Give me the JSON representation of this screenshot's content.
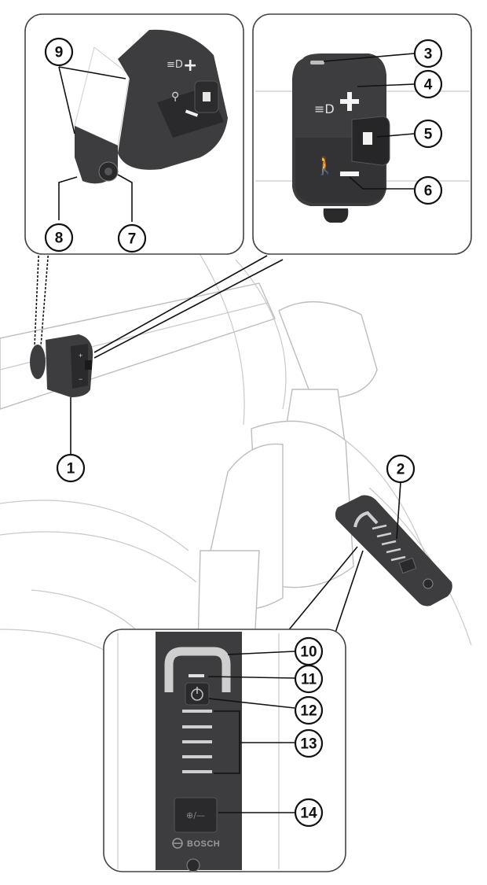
{
  "callouts": [
    {
      "id": "1",
      "label": "1"
    },
    {
      "id": "2",
      "label": "2"
    },
    {
      "id": "3",
      "label": "3"
    },
    {
      "id": "4",
      "label": "4"
    },
    {
      "id": "5",
      "label": "5"
    },
    {
      "id": "6",
      "label": "6"
    },
    {
      "id": "7",
      "label": "7"
    },
    {
      "id": "8",
      "label": "8"
    },
    {
      "id": "9",
      "label": "9"
    },
    {
      "id": "10",
      "label": "10"
    },
    {
      "id": "11",
      "label": "11"
    },
    {
      "id": "12",
      "label": "12"
    },
    {
      "id": "13",
      "label": "13"
    },
    {
      "id": "14",
      "label": "14"
    }
  ],
  "display_unit": {
    "brand": "BOSCH"
  },
  "colors": {
    "device_body": "#3d3d3f",
    "device_dark": "#2a2a2c",
    "line_art": "#c9c9c9",
    "status_bar": "#cfcfcf"
  },
  "icons": [
    "light-icon",
    "plus-icon",
    "minus-icon",
    "walk-assist-icon",
    "power-icon",
    "bosch-logo-icon",
    "connector-icon"
  ]
}
